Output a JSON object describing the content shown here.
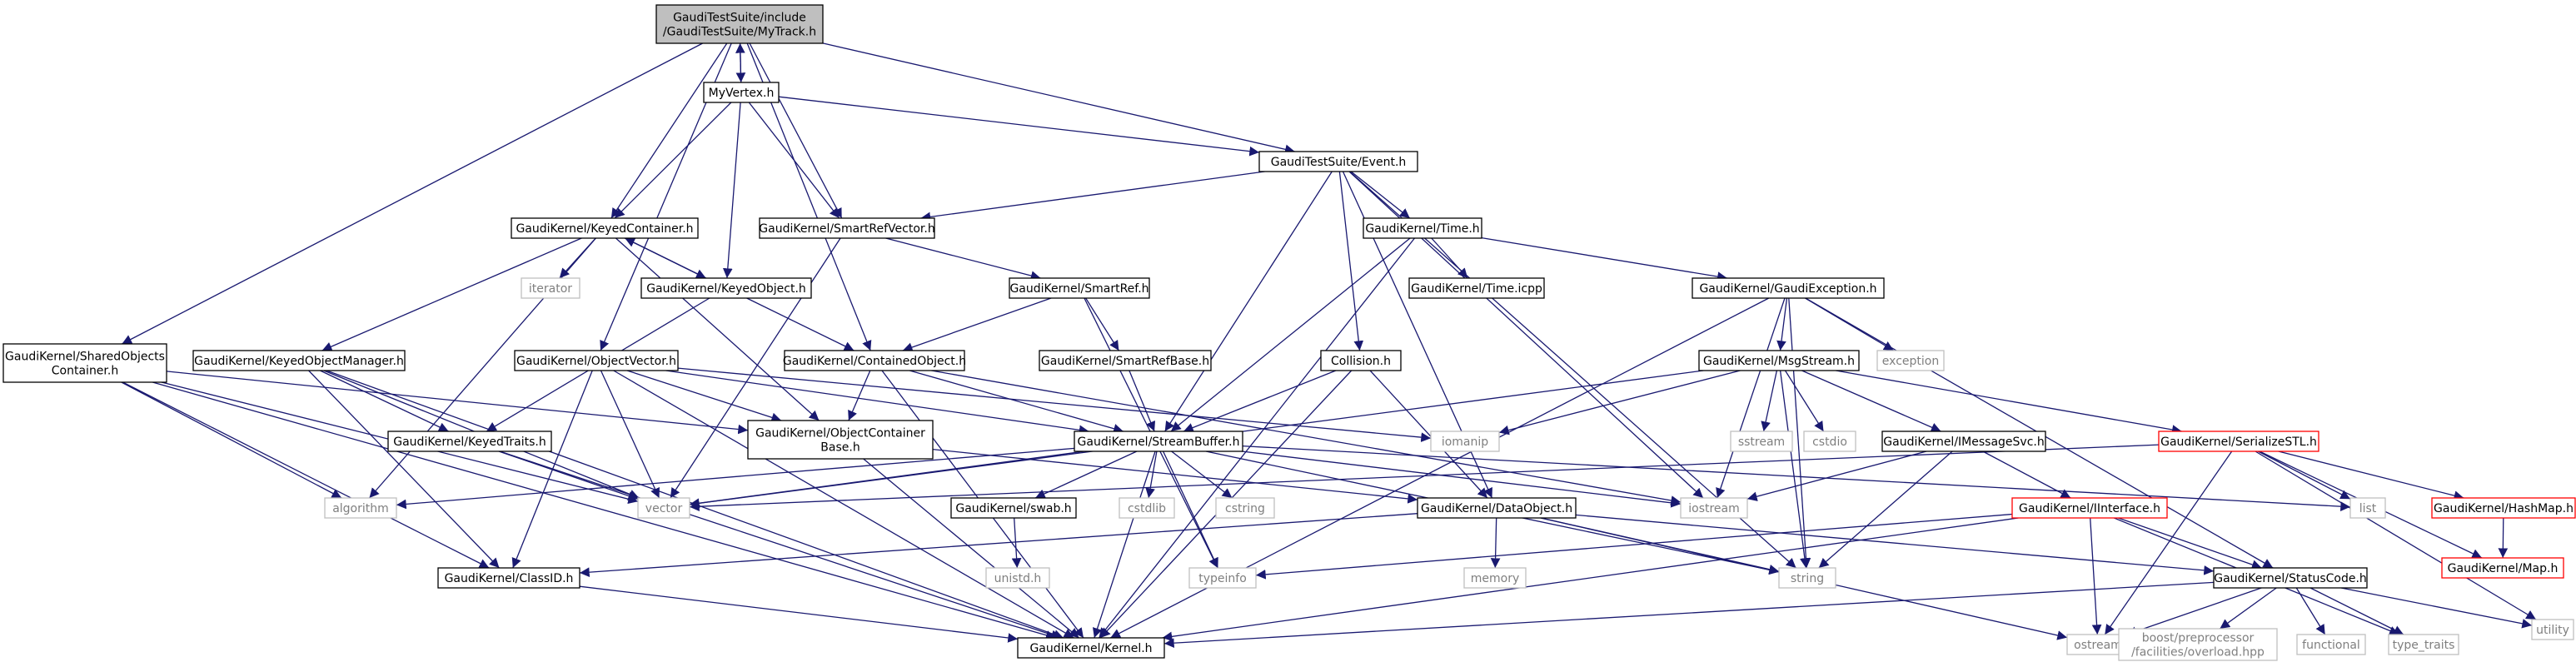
{
  "graph": {
    "nodes": [
      {
        "id": "mytrack",
        "lines": [
          "GaudiTestSuite/include",
          "/GaudiTestSuite/MyTrack.h"
        ],
        "style": "root"
      },
      {
        "id": "myvertex",
        "lines": [
          "MyVertex.h"
        ],
        "style": "normal"
      },
      {
        "id": "event",
        "lines": [
          "GaudiTestSuite/Event.h"
        ],
        "style": "normal"
      },
      {
        "id": "keyedcontainer",
        "lines": [
          "GaudiKernel/KeyedContainer.h"
        ],
        "style": "normal"
      },
      {
        "id": "smartrefvector",
        "lines": [
          "GaudiKernel/SmartRefVector.h"
        ],
        "style": "normal"
      },
      {
        "id": "time",
        "lines": [
          "GaudiKernel/Time.h"
        ],
        "style": "normal"
      },
      {
        "id": "timeicpp",
        "lines": [
          "GaudiKernel/Time.icpp"
        ],
        "style": "normal"
      },
      {
        "id": "gaudiexception",
        "lines": [
          "GaudiKernel/GaudiException.h"
        ],
        "style": "normal"
      },
      {
        "id": "iterator",
        "lines": [
          "iterator"
        ],
        "style": "system"
      },
      {
        "id": "keyedobject",
        "lines": [
          "GaudiKernel/KeyedObject.h"
        ],
        "style": "normal"
      },
      {
        "id": "smartref",
        "lines": [
          "GaudiKernel/SmartRef.h"
        ],
        "style": "normal"
      },
      {
        "id": "sharedobjects",
        "lines": [
          "GaudiKernel/SharedObjects",
          "Container.h"
        ],
        "style": "normal"
      },
      {
        "id": "keyedobjectmanager",
        "lines": [
          "GaudiKernel/KeyedObjectManager.h"
        ],
        "style": "normal"
      },
      {
        "id": "objectvector",
        "lines": [
          "GaudiKernel/ObjectVector.h"
        ],
        "style": "normal"
      },
      {
        "id": "containedobject",
        "lines": [
          "GaudiKernel/ContainedObject.h"
        ],
        "style": "normal"
      },
      {
        "id": "smartrefbase",
        "lines": [
          "GaudiKernel/SmartRefBase.h"
        ],
        "style": "normal"
      },
      {
        "id": "collision",
        "lines": [
          "Collision.h"
        ],
        "style": "normal"
      },
      {
        "id": "msgstream",
        "lines": [
          "GaudiKernel/MsgStream.h"
        ],
        "style": "normal"
      },
      {
        "id": "exception",
        "lines": [
          "exception"
        ],
        "style": "system"
      },
      {
        "id": "objectcontainerbase",
        "lines": [
          "GaudiKernel/ObjectContainer",
          "Base.h"
        ],
        "style": "normal"
      },
      {
        "id": "keyedtraits",
        "lines": [
          "GaudiKernel/KeyedTraits.h"
        ],
        "style": "normal"
      },
      {
        "id": "streambuffer",
        "lines": [
          "GaudiKernel/StreamBuffer.h"
        ],
        "style": "normal"
      },
      {
        "id": "iomanip",
        "lines": [
          "iomanip"
        ],
        "style": "system"
      },
      {
        "id": "sstream",
        "lines": [
          "sstream"
        ],
        "style": "system"
      },
      {
        "id": "cstdio",
        "lines": [
          "cstdio"
        ],
        "style": "system"
      },
      {
        "id": "imessagesvc",
        "lines": [
          "GaudiKernel/IMessageSvc.h"
        ],
        "style": "normal"
      },
      {
        "id": "serializestl",
        "lines": [
          "GaudiKernel/SerializeSTL.h"
        ],
        "style": "red"
      },
      {
        "id": "algorithm",
        "lines": [
          "algorithm"
        ],
        "style": "system"
      },
      {
        "id": "vector",
        "lines": [
          "vector"
        ],
        "style": "system"
      },
      {
        "id": "cstdlib",
        "lines": [
          "cstdlib"
        ],
        "style": "system"
      },
      {
        "id": "cstring",
        "lines": [
          "cstring"
        ],
        "style": "system"
      },
      {
        "id": "swab",
        "lines": [
          "GaudiKernel/swab.h"
        ],
        "style": "normal"
      },
      {
        "id": "dataobject",
        "lines": [
          "GaudiKernel/DataObject.h"
        ],
        "style": "normal"
      },
      {
        "id": "iostream",
        "lines": [
          "iostream"
        ],
        "style": "system"
      },
      {
        "id": "list",
        "lines": [
          "list"
        ],
        "style": "system"
      },
      {
        "id": "iinterface",
        "lines": [
          "GaudiKernel/IInterface.h"
        ],
        "style": "red"
      },
      {
        "id": "hashmap",
        "lines": [
          "GaudiKernel/HashMap.h"
        ],
        "style": "red"
      },
      {
        "id": "map",
        "lines": [
          "GaudiKernel/Map.h"
        ],
        "style": "red"
      },
      {
        "id": "classid",
        "lines": [
          "GaudiKernel/ClassID.h"
        ],
        "style": "normal"
      },
      {
        "id": "unistd",
        "lines": [
          "unistd.h"
        ],
        "style": "system"
      },
      {
        "id": "typeinfo",
        "lines": [
          "typeinfo"
        ],
        "style": "system"
      },
      {
        "id": "memory",
        "lines": [
          "memory"
        ],
        "style": "system"
      },
      {
        "id": "string",
        "lines": [
          "string"
        ],
        "style": "system"
      },
      {
        "id": "statuscode",
        "lines": [
          "GaudiKernel/StatusCode.h"
        ],
        "style": "normal"
      },
      {
        "id": "utility",
        "lines": [
          "utility"
        ],
        "style": "system"
      },
      {
        "id": "kernel",
        "lines": [
          "GaudiKernel/Kernel.h"
        ],
        "style": "normal"
      },
      {
        "id": "ostream",
        "lines": [
          "ostream"
        ],
        "style": "system"
      },
      {
        "id": "boostoverload",
        "lines": [
          "boost/preprocessor",
          "/facilities/overload.hpp"
        ],
        "style": "system"
      },
      {
        "id": "functional",
        "lines": [
          "functional"
        ],
        "style": "system"
      },
      {
        "id": "typetraits",
        "lines": [
          "type_traits"
        ],
        "style": "system"
      }
    ],
    "edges": [
      [
        "mytrack",
        "myvertex"
      ],
      [
        "mytrack",
        "event"
      ],
      [
        "mytrack",
        "keyedcontainer"
      ],
      [
        "mytrack",
        "smartrefvector"
      ],
      [
        "mytrack",
        "sharedobjects"
      ],
      [
        "mytrack",
        "objectvector"
      ],
      [
        "mytrack",
        "containedobject"
      ],
      [
        "myvertex",
        "mytrack"
      ],
      [
        "myvertex",
        "event"
      ],
      [
        "myvertex",
        "keyedcontainer"
      ],
      [
        "myvertex",
        "smartrefvector"
      ],
      [
        "myvertex",
        "keyedobject"
      ],
      [
        "event",
        "smartrefvector"
      ],
      [
        "event",
        "time"
      ],
      [
        "event",
        "collision"
      ],
      [
        "event",
        "streambuffer"
      ],
      [
        "event",
        "dataobject"
      ],
      [
        "event",
        "iostream"
      ],
      [
        "event",
        "string"
      ],
      [
        "keyedcontainer",
        "iterator"
      ],
      [
        "keyedcontainer",
        "keyedobject"
      ],
      [
        "keyedcontainer",
        "keyedobjectmanager"
      ],
      [
        "keyedcontainer",
        "objectcontainerbase"
      ],
      [
        "keyedcontainer",
        "algorithm"
      ],
      [
        "keyedobject",
        "keyedcontainer"
      ],
      [
        "keyedobject",
        "containedobject"
      ],
      [
        "keyedobject",
        "keyedtraits"
      ],
      [
        "smartrefvector",
        "smartref"
      ],
      [
        "smartrefvector",
        "vector"
      ],
      [
        "smartref",
        "containedobject"
      ],
      [
        "smartref",
        "smartrefbase"
      ],
      [
        "smartref",
        "typeinfo"
      ],
      [
        "smartrefbase",
        "streambuffer"
      ],
      [
        "time",
        "timeicpp"
      ],
      [
        "time",
        "gaudiexception"
      ],
      [
        "time",
        "streambuffer"
      ],
      [
        "time",
        "kernel"
      ],
      [
        "gaudiexception",
        "msgstream"
      ],
      [
        "gaudiexception",
        "exception"
      ],
      [
        "gaudiexception",
        "iostream"
      ],
      [
        "gaudiexception",
        "string"
      ],
      [
        "gaudiexception",
        "statuscode"
      ],
      [
        "gaudiexception",
        "kernel"
      ],
      [
        "msgstream",
        "iomanip"
      ],
      [
        "msgstream",
        "sstream"
      ],
      [
        "msgstream",
        "cstdio"
      ],
      [
        "msgstream",
        "imessagesvc"
      ],
      [
        "msgstream",
        "serializestl"
      ],
      [
        "msgstream",
        "string"
      ],
      [
        "msgstream",
        "vector"
      ],
      [
        "imessagesvc",
        "iinterface"
      ],
      [
        "imessagesvc",
        "string"
      ],
      [
        "imessagesvc",
        "iostream"
      ],
      [
        "serializestl",
        "hashmap"
      ],
      [
        "serializestl",
        "map"
      ],
      [
        "serializestl",
        "list"
      ],
      [
        "serializestl",
        "ostream"
      ],
      [
        "serializestl",
        "utility"
      ],
      [
        "serializestl",
        "vector"
      ],
      [
        "hashmap",
        "map"
      ],
      [
        "iinterface",
        "statuscode"
      ],
      [
        "iinterface",
        "ostream"
      ],
      [
        "iinterface",
        "typeinfo"
      ],
      [
        "iinterface",
        "kernel"
      ],
      [
        "iinterface",
        "typetraits"
      ],
      [
        "statuscode",
        "kernel"
      ],
      [
        "statuscode",
        "ostream"
      ],
      [
        "statuscode",
        "boostoverload"
      ],
      [
        "statuscode",
        "functional"
      ],
      [
        "statuscode",
        "typetraits"
      ],
      [
        "statuscode",
        "utility"
      ],
      [
        "sharedobjects",
        "objectcontainerbase"
      ],
      [
        "sharedobjects",
        "classid"
      ],
      [
        "sharedobjects",
        "kernel"
      ],
      [
        "sharedobjects",
        "algorithm"
      ],
      [
        "sharedobjects",
        "vector"
      ],
      [
        "keyedobjectmanager",
        "keyedtraits"
      ],
      [
        "keyedobjectmanager",
        "classid"
      ],
      [
        "keyedobjectmanager",
        "kernel"
      ],
      [
        "keyedobjectmanager",
        "vector"
      ],
      [
        "objectvector",
        "objectcontainerbase"
      ],
      [
        "objectvector",
        "classid"
      ],
      [
        "objectvector",
        "kernel"
      ],
      [
        "objectvector",
        "streambuffer"
      ],
      [
        "objectvector",
        "vector"
      ],
      [
        "objectvector",
        "iomanip"
      ],
      [
        "containedobject",
        "objectcontainerbase"
      ],
      [
        "containedobject",
        "streambuffer"
      ],
      [
        "containedobject",
        "kernel"
      ],
      [
        "containedobject",
        "iostream"
      ],
      [
        "objectcontainerbase",
        "dataobject"
      ],
      [
        "objectcontainerbase",
        "kernel"
      ],
      [
        "keyedtraits",
        "vector"
      ],
      [
        "keyedtraits",
        "kernel"
      ],
      [
        "collision",
        "streambuffer"
      ],
      [
        "collision",
        "dataobject"
      ],
      [
        "collision",
        "kernel"
      ],
      [
        "streambuffer",
        "algorithm"
      ],
      [
        "streambuffer",
        "vector"
      ],
      [
        "streambuffer",
        "cstdlib"
      ],
      [
        "streambuffer",
        "cstring"
      ],
      [
        "streambuffer",
        "swab"
      ],
      [
        "streambuffer",
        "typeinfo"
      ],
      [
        "streambuffer",
        "iostream"
      ],
      [
        "streambuffer",
        "list"
      ],
      [
        "streambuffer",
        "string"
      ],
      [
        "streambuffer",
        "kernel"
      ],
      [
        "swab",
        "unistd"
      ],
      [
        "dataobject",
        "classid"
      ],
      [
        "dataobject",
        "memory"
      ],
      [
        "dataobject",
        "string"
      ],
      [
        "dataobject",
        "statuscode"
      ],
      [
        "dataobject",
        "ostream"
      ],
      [
        "classid",
        "kernel"
      ]
    ]
  }
}
